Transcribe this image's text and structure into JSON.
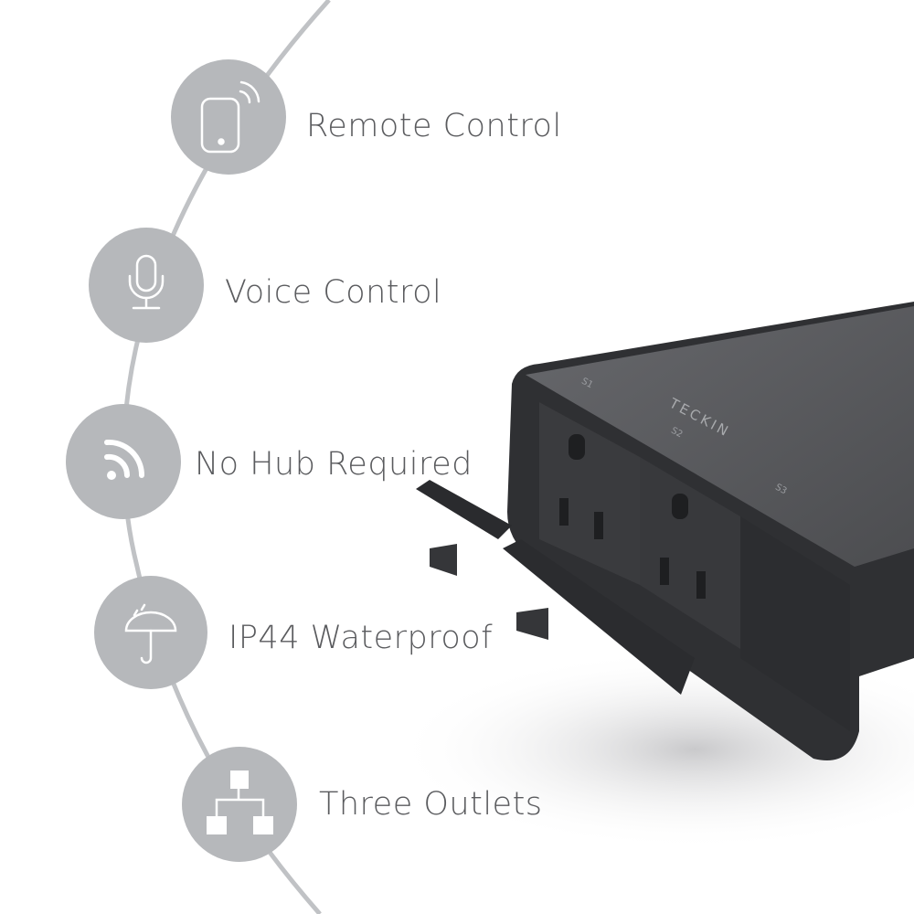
{
  "features": [
    {
      "label": "Remote Control",
      "icon": "remote-phone-icon"
    },
    {
      "label": "Voice Control",
      "icon": "microphone-icon"
    },
    {
      "label": "No Hub Required",
      "icon": "wifi-signal-icon"
    },
    {
      "label": "IP44 Waterproof",
      "icon": "umbrella-rain-icon"
    },
    {
      "label": "Three Outlets",
      "icon": "network-tree-icon"
    }
  ],
  "product": {
    "brand": "TECKIN",
    "outlet_labels": [
      "S1",
      "S2",
      "S3"
    ]
  },
  "colors": {
    "circle": "#b6b8bb",
    "text": "#5a5b5e",
    "device": "#3e3f42"
  }
}
